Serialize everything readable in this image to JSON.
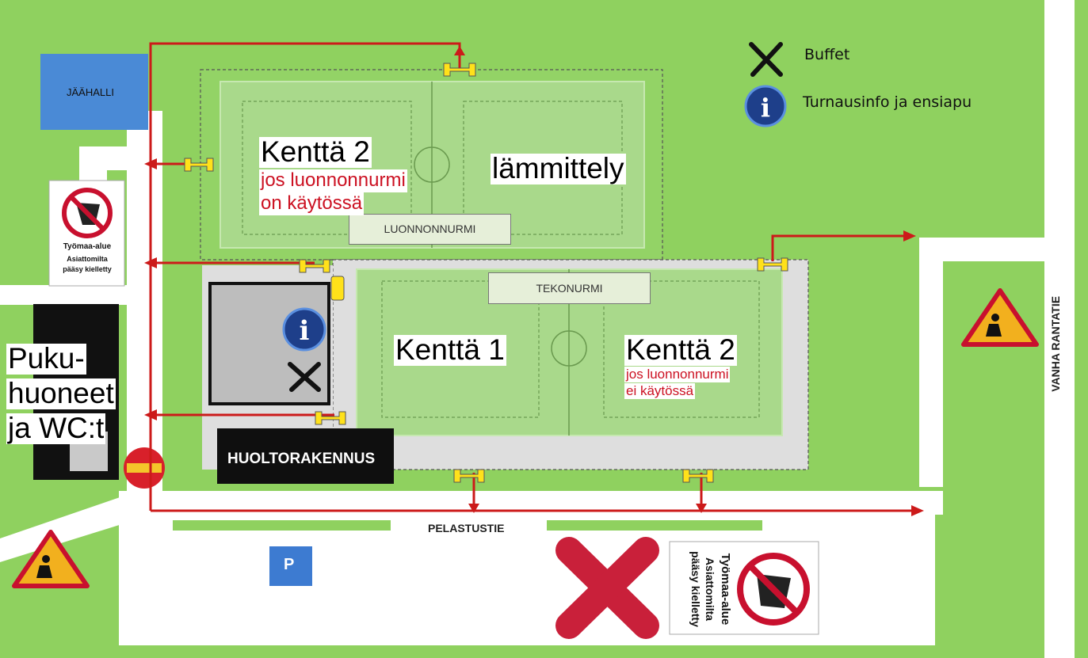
{
  "map": {
    "legend": {
      "buffet": "Buffet",
      "info": "Turnausinfo ja ensiapu",
      "buffet_icon": "fork-knife-icon",
      "info_icon": "info-icon"
    },
    "buildings": {
      "ice_hall": "JÄÄHALLI",
      "maintenance": "HUOLTORAKENNUS",
      "parking": "P"
    },
    "fields": {
      "natural_grass": "LUONNONNURMI",
      "artificial_grass": "TEKONURMI",
      "field2_top": "Kenttä 2",
      "field2_top_note_line1": "jos luonnonnurmi",
      "field2_top_note_line2": "on käytössä",
      "warmup": "lämmittely",
      "field1": "Kenttä 1",
      "field2_bottom": "Kenttä 2",
      "field2_bottom_note_line1": "jos luonnonnurmi",
      "field2_bottom_note_line2": "ei käytössä"
    },
    "locker": {
      "line1": "Puku-",
      "line2": "huoneet",
      "line3": "ja WC:t"
    },
    "roads": {
      "rescue_road": "PELASTUSTIE",
      "vanha_rantatie": "VANHA RANTATIE"
    },
    "work_site_sign": {
      "line1": "Työmaa-alue",
      "line2": "Asiattomilta",
      "line3": "pääsy kielletty"
    },
    "colors": {
      "grass": "#8fd15f",
      "field": "#a9d98b",
      "road": "#ffffff",
      "arrow": "#cc1a1a",
      "gate": "#ffe11a",
      "ice_hall": "#4a8ad6"
    }
  }
}
